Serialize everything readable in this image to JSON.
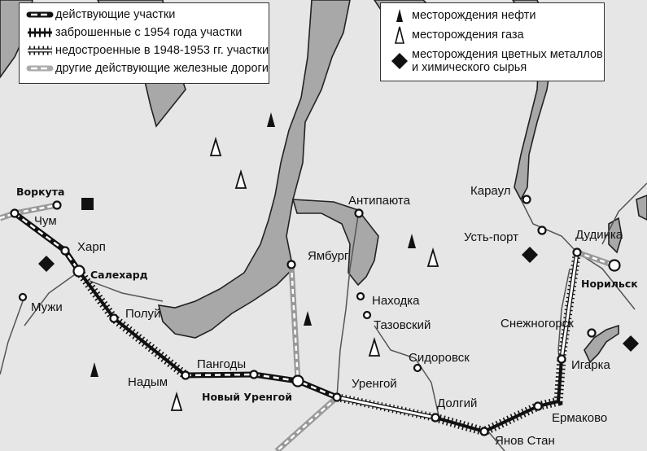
{
  "legend_rail": {
    "items": [
      {
        "label": "действующие  участки",
        "symbol": "active-rail"
      },
      {
        "label": "заброшенные с 1954 года  участки",
        "symbol": "abandoned-rail"
      },
      {
        "label": "недостроенные в 1948-1953 гг.  участки",
        "symbol": "unfinished-rail"
      },
      {
        "label": "другие действующие  железные дороги",
        "symbol": "other-rail"
      }
    ]
  },
  "legend_resources": {
    "items": [
      {
        "label": "месторождения  нефти",
        "symbol": "oil-triangle"
      },
      {
        "label": "месторождения  газа",
        "symbol": "gas-triangle"
      },
      {
        "label": "месторождения  цветных металлов",
        "label2": "и химического  сырья",
        "symbol": "metal-diamond"
      }
    ]
  },
  "cities": {
    "vorkuta": "Воркута",
    "chum": "Чум",
    "harp": "Харп",
    "salekhard": "Салехард",
    "muzhi": "Мужи",
    "poluy": "Полуй",
    "nadym": "Надым",
    "pangody": "Пангоды",
    "novy_urengoy": "Новый Уренгой",
    "urengoy": "Уренгой",
    "dolgiy": "Долгий",
    "yanov_stan": "Янов Стан",
    "ermakovo": "Ермаково",
    "igarka": "Игарка",
    "snezhnogorsk": "Снежногорск",
    "dudinka": "Дудинка",
    "norilsk": "Норильск",
    "ust_port": "Усть-порт",
    "karaul": "Караул",
    "antipayuta": "Антипаюта",
    "yamburg": "Ямбург",
    "nakhodka": "Находка",
    "tazovsky": "Тазовский",
    "sidorovsk": "Сидоровск"
  },
  "colors": {
    "land": "#e6e6e6",
    "water": "#a8a8a8",
    "rail": "#111111",
    "other_rail": "#aaaaaa"
  }
}
